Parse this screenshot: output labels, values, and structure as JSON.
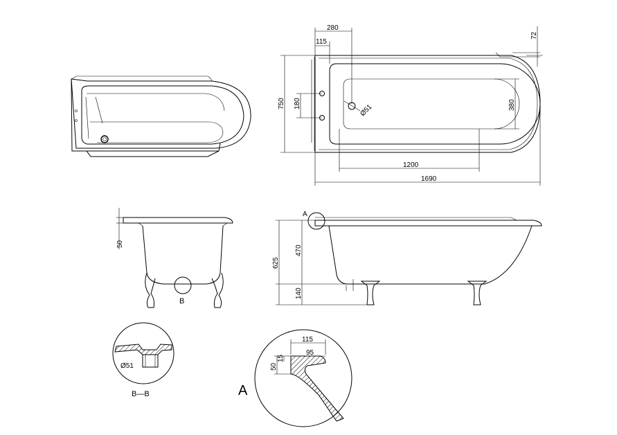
{
  "plan": {
    "dim_280": "280",
    "dim_115": "115",
    "dim_72": "72",
    "dim_750": "750",
    "dim_180": "180",
    "dim_380": "380",
    "dim_drain": "Ø51",
    "dim_1200": "1200",
    "dim_1690": "1690"
  },
  "end_elevation": {
    "dim_50": "50",
    "section_mark": "B"
  },
  "side_elevation": {
    "detail_mark": "A",
    "dim_625": "625",
    "dim_470": "470",
    "dim_140": "140"
  },
  "section_bb": {
    "dim_drain": "Ø51",
    "label": "B—B"
  },
  "detail_a": {
    "label": "A",
    "dim_115": "115",
    "dim_95": "95",
    "dim_50": "50",
    "dim_15": "15"
  }
}
